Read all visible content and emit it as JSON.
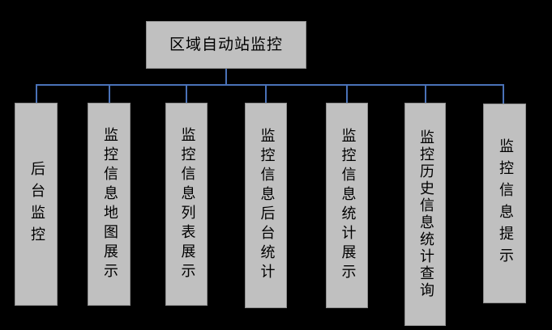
{
  "diagram": {
    "title": "区域自动站监控",
    "type": "organization-tree",
    "background_color": "#000000",
    "box_fill_color": "#c0c0c0",
    "box_border_color": "#8f8f8f",
    "connector_color": "#4a72b8",
    "text_color": "#000000",
    "root": {
      "label": "区域自动站监控"
    },
    "children": [
      {
        "label": "后台监控"
      },
      {
        "label": "监控信息地图展示"
      },
      {
        "label": "监控信息列表展示"
      },
      {
        "label": "监控信息后台统计"
      },
      {
        "label": "监控信息统计展示"
      },
      {
        "label": "监控历史信息统计查询"
      },
      {
        "label": "监控信息提示"
      }
    ]
  }
}
